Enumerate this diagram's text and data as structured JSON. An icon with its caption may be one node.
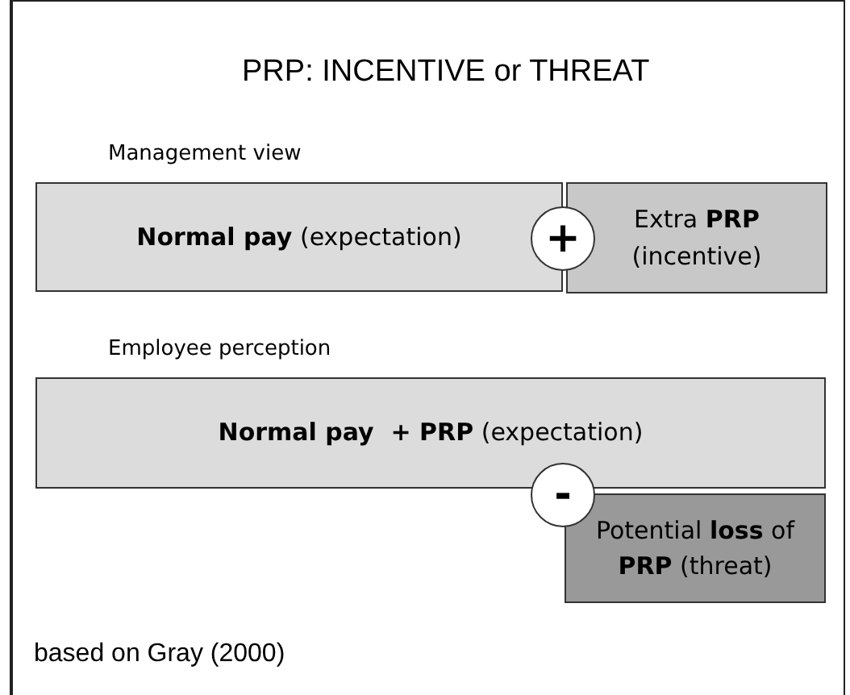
{
  "diagram": {
    "title": "PRP: INCENTIVE or THREAT",
    "nodes": [
      {
        "text": [
          "**Normal pay** (expectation)"
        ]
      },
      {
        "text": [
          "+"
        ]
      },
      {
        "text": [
          "Extra **PRP** (incentive)"
        ]
      },
      {
        "text": [
          "**Normal pay  + PRP** (expectation)"
        ]
      },
      {
        "text": [
          "-"
        ]
      },
      {
        "text": [
          "Potential **loss** of **PRP** (threat)"
        ]
      }
    ],
    "labels": [
      "Management view",
      "Employee perception",
      "based on Gray (2000)"
    ]
  }
}
